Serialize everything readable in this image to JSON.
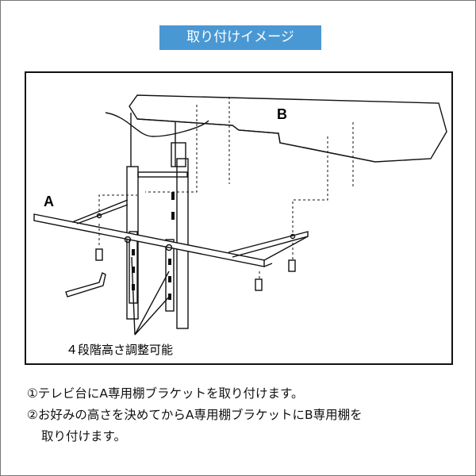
{
  "title": "取り付けイメージ",
  "diagram": {
    "label_a": "A",
    "label_b": "B",
    "adjust_note": "４段階高さ調整可能"
  },
  "steps": [
    "①テレビ台にA専用棚ブラケットを取り付けます。",
    "②お好みの高さを決めてからA専用棚ブラケットにB専用棚を",
    "取り付けます。"
  ],
  "colors": {
    "title_bg": "#4a98d3",
    "border": "#111111"
  }
}
